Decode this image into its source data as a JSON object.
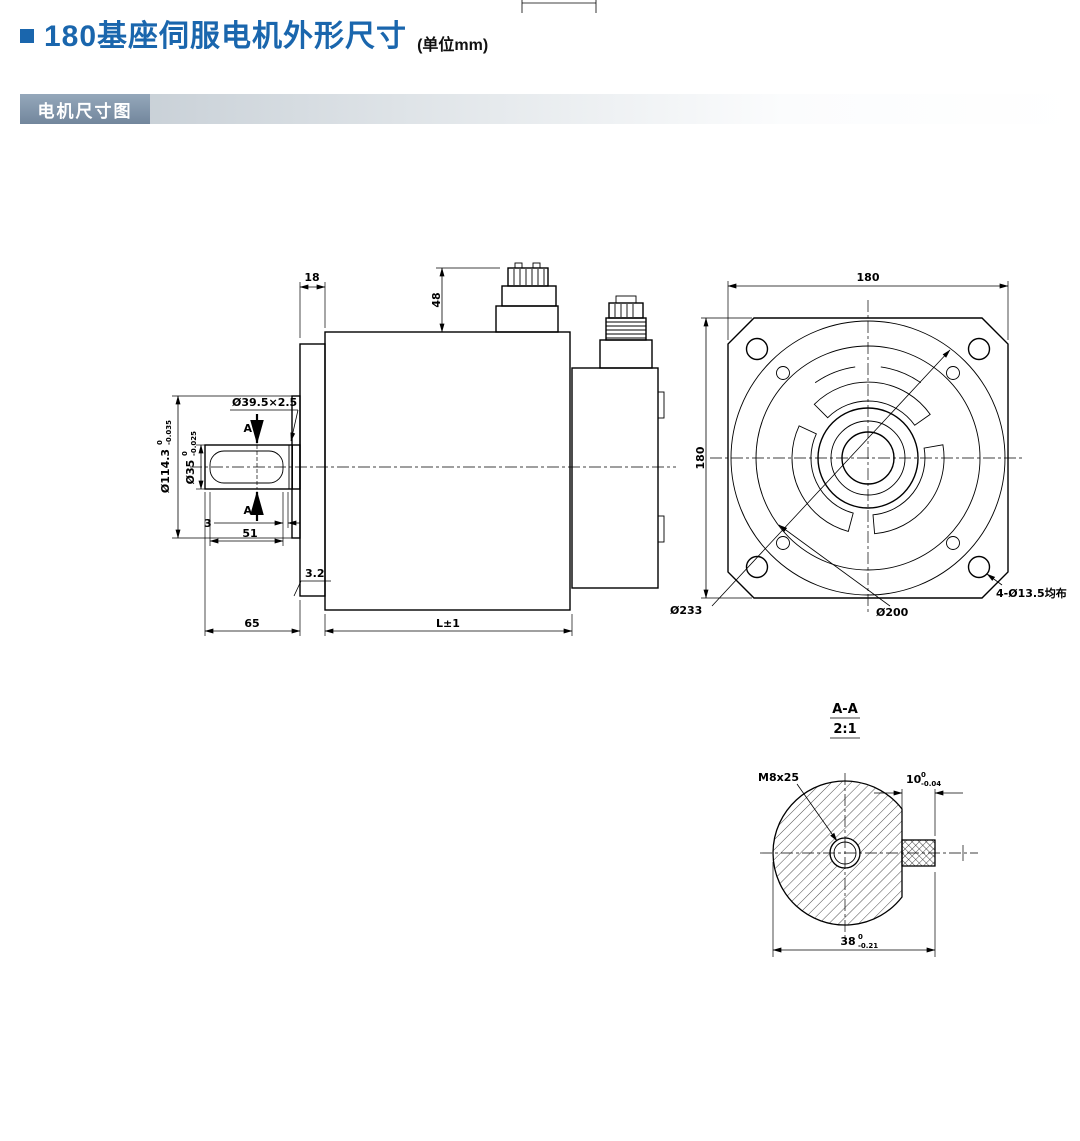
{
  "page": {
    "title": "180基座伺服电机外形尺寸",
    "title_unit": "(单位mm)",
    "section_label": "电机尺寸图"
  },
  "side_view": {
    "dim_18": "18",
    "dim_48": "48",
    "dim_groove": "Ø39.5×2.5",
    "section_marker": "A",
    "dim_flange_dia": "Ø114.3",
    "dim_flange_tol_hi": "0",
    "dim_flange_tol_lo": "-0.035",
    "dim_shaft_dia": "Ø35",
    "dim_shaft_tol_hi": "0",
    "dim_shaft_tol_lo": "-0.025",
    "dim_3": "3",
    "dim_51": "51",
    "dim_roughness": "3.2",
    "dim_65": "65",
    "dim_length": "L±1"
  },
  "front_view": {
    "dim_width": "180",
    "dim_height": "180",
    "dim_bc": "Ø233",
    "dim_spigot": "Ø200",
    "dim_holes": "4-Ø13.5均布"
  },
  "section_view": {
    "label": "A-A",
    "scale": "2:1",
    "thread": "M8x25",
    "key_width": "10",
    "key_tol_hi": "0",
    "key_tol_lo": "-0.04",
    "flat": "38",
    "flat_tol_hi": "0",
    "flat_tol_lo": "-0.21"
  }
}
